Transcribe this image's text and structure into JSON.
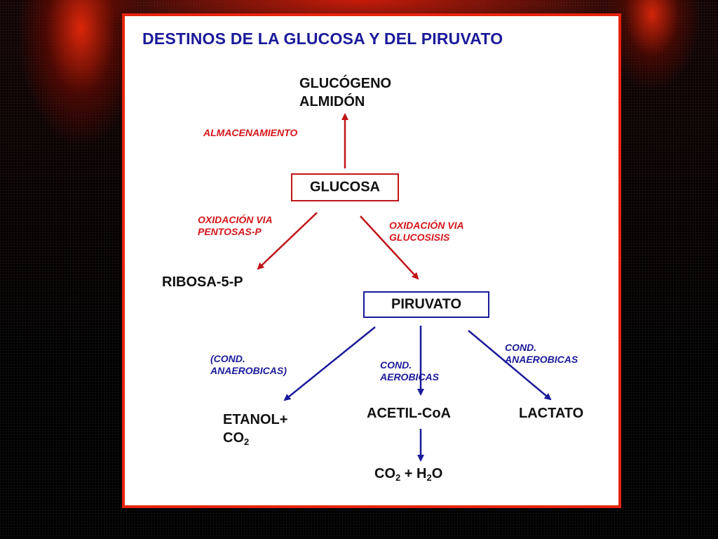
{
  "slide": {
    "title": "DESTINOS DE LA GLUCOSA Y DEL PIRUVATO",
    "accent_color": "#e5230d",
    "title_color": "#1a1a9a",
    "label_red_color": "#d4161b",
    "label_blue_color": "#1a1a9a"
  },
  "nodes": {
    "glucogeno_line1": "GLUCÓGENO",
    "glucogeno_line2": "ALMIDÓN",
    "glucosa": "GLUCOSA",
    "ribosa": "RIBOSA-5-P",
    "piruvato": "PIRUVATO",
    "etanol_line1": "ETANOL+",
    "etanol_line2_main": "CO",
    "etanol_line2_sub": "2",
    "acetil": "ACETIL-CoA",
    "lactato": "LACTATO",
    "final_co": "CO",
    "final_co_sub": "2",
    "final_plus_h": " + H",
    "final_h_sub": "2",
    "final_o": "O"
  },
  "labels": {
    "almacenamiento": "ALMACENAMIENTO",
    "pentosas_line1": "OXIDACIÓN VIA",
    "pentosas_line2": "PENTOSAS-P",
    "glucosisis_line1": "OXIDACIÓN VIA",
    "glucosisis_line2": "GLUCOSISIS",
    "anaerob_left_line1": "(COND.",
    "anaerob_left_line2": "ANAEROBICAS)",
    "aerob_line1": "COND.",
    "aerob_line2": "AEROBICAS",
    "anaerob_right_line1": "COND.",
    "anaerob_right_line2": "ANAEROBICAS"
  }
}
